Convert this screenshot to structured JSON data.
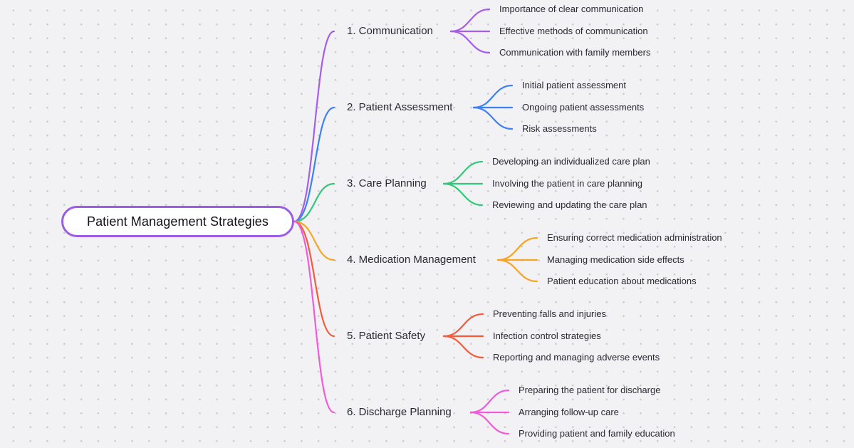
{
  "root": {
    "label": "Patient Management Strategies",
    "color": "#9b5de5"
  },
  "branches": [
    {
      "label": "1. Communication",
      "color": "#a55eea",
      "children": [
        "Importance of clear communication",
        "Effective methods of communication",
        "Communication with family members"
      ]
    },
    {
      "label": "2. Patient Assessment",
      "color": "#3b82f6",
      "children": [
        "Initial patient assessment",
        "Ongoing patient assessments",
        "Risk assessments"
      ]
    },
    {
      "label": "3. Care Planning",
      "color": "#34c77b",
      "children": [
        "Developing an individualized care plan",
        "Involving the patient in care planning",
        "Reviewing and updating the care plan"
      ]
    },
    {
      "label": "4. Medication Management",
      "color": "#f5a524",
      "children": [
        "Ensuring correct medication administration",
        "Managing medication side effects",
        "Patient education about medications"
      ]
    },
    {
      "label": "5. Patient Safety",
      "color": "#f25c3b",
      "children": [
        "Preventing falls and injuries",
        "Infection control strategies",
        "Reporting and managing adverse events"
      ]
    },
    {
      "label": "6. Discharge Planning",
      "color": "#f15bd8",
      "children": [
        "Preparing the patient for discharge",
        "Arranging follow-up care",
        "Providing patient and family education"
      ]
    }
  ]
}
